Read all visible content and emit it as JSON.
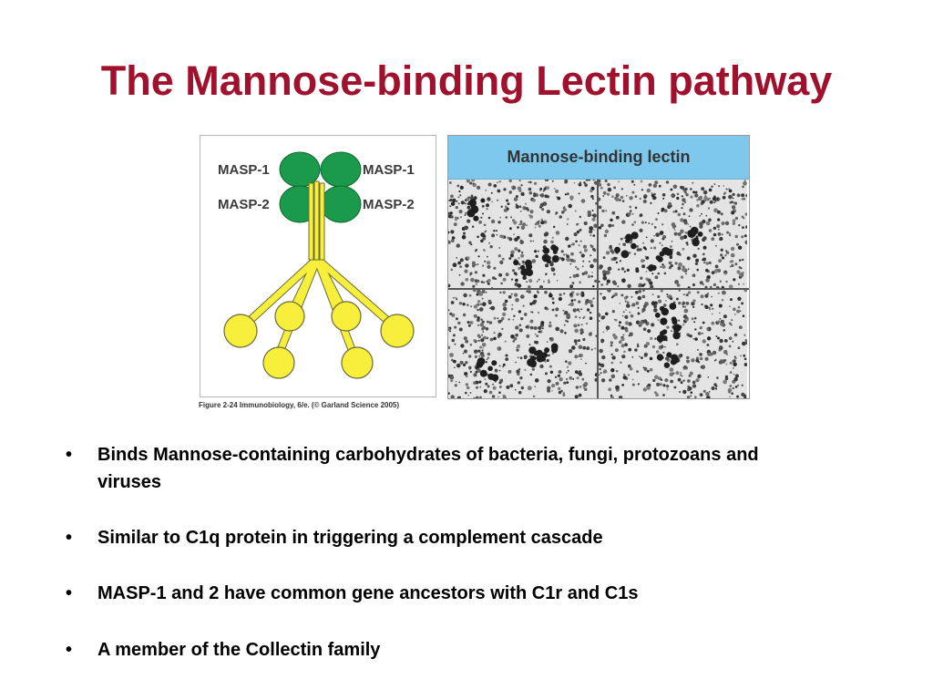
{
  "slide": {
    "title": "The Mannose-binding Lectin pathway",
    "title_color": "#a0112d"
  },
  "diagram": {
    "labels": {
      "masp1_left": "MASP-1",
      "masp1_right": "MASP-1",
      "masp2_left": "MASP-2",
      "masp2_right": "MASP-2"
    },
    "caption": "Figure 2-24  Immunobiology, 6/e. (© Garland Science 2005)",
    "colors": {
      "masp": "#1a9a4a",
      "stalk": "#f7ef3c",
      "head": "#f7ef3c",
      "outline": "#555555"
    }
  },
  "micrograph": {
    "header": "Mannose-binding lectin",
    "header_bg": "#7ec8ee"
  },
  "bullets": [
    {
      "dot": "•",
      "text": "Binds Mannose-containing carbohydrates of bacteria, fungi, protozoans and viruses"
    },
    {
      "dot": "•",
      "text": "Similar to C1q protein in triggering a complement cascade"
    },
    {
      "dot": "•",
      "text": "MASP-1 and 2 have common gene ancestors with C1r and C1s"
    },
    {
      "dot": "•",
      "text": "A member of the Collectin family"
    }
  ]
}
